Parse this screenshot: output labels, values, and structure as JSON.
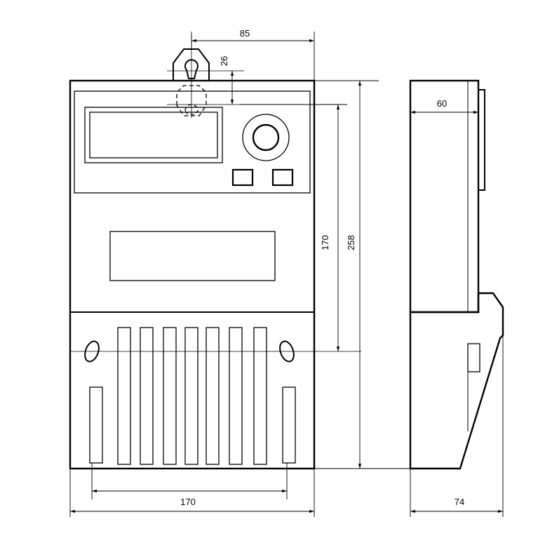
{
  "dimensions": {
    "hanger_offset": "85",
    "hanger_height": "26",
    "mount_height": "170",
    "overall_height": "258",
    "mount_width": "170",
    "depth_top": "60",
    "depth_total": "74"
  },
  "colors": {
    "line": "#000000",
    "background": "#ffffff"
  }
}
